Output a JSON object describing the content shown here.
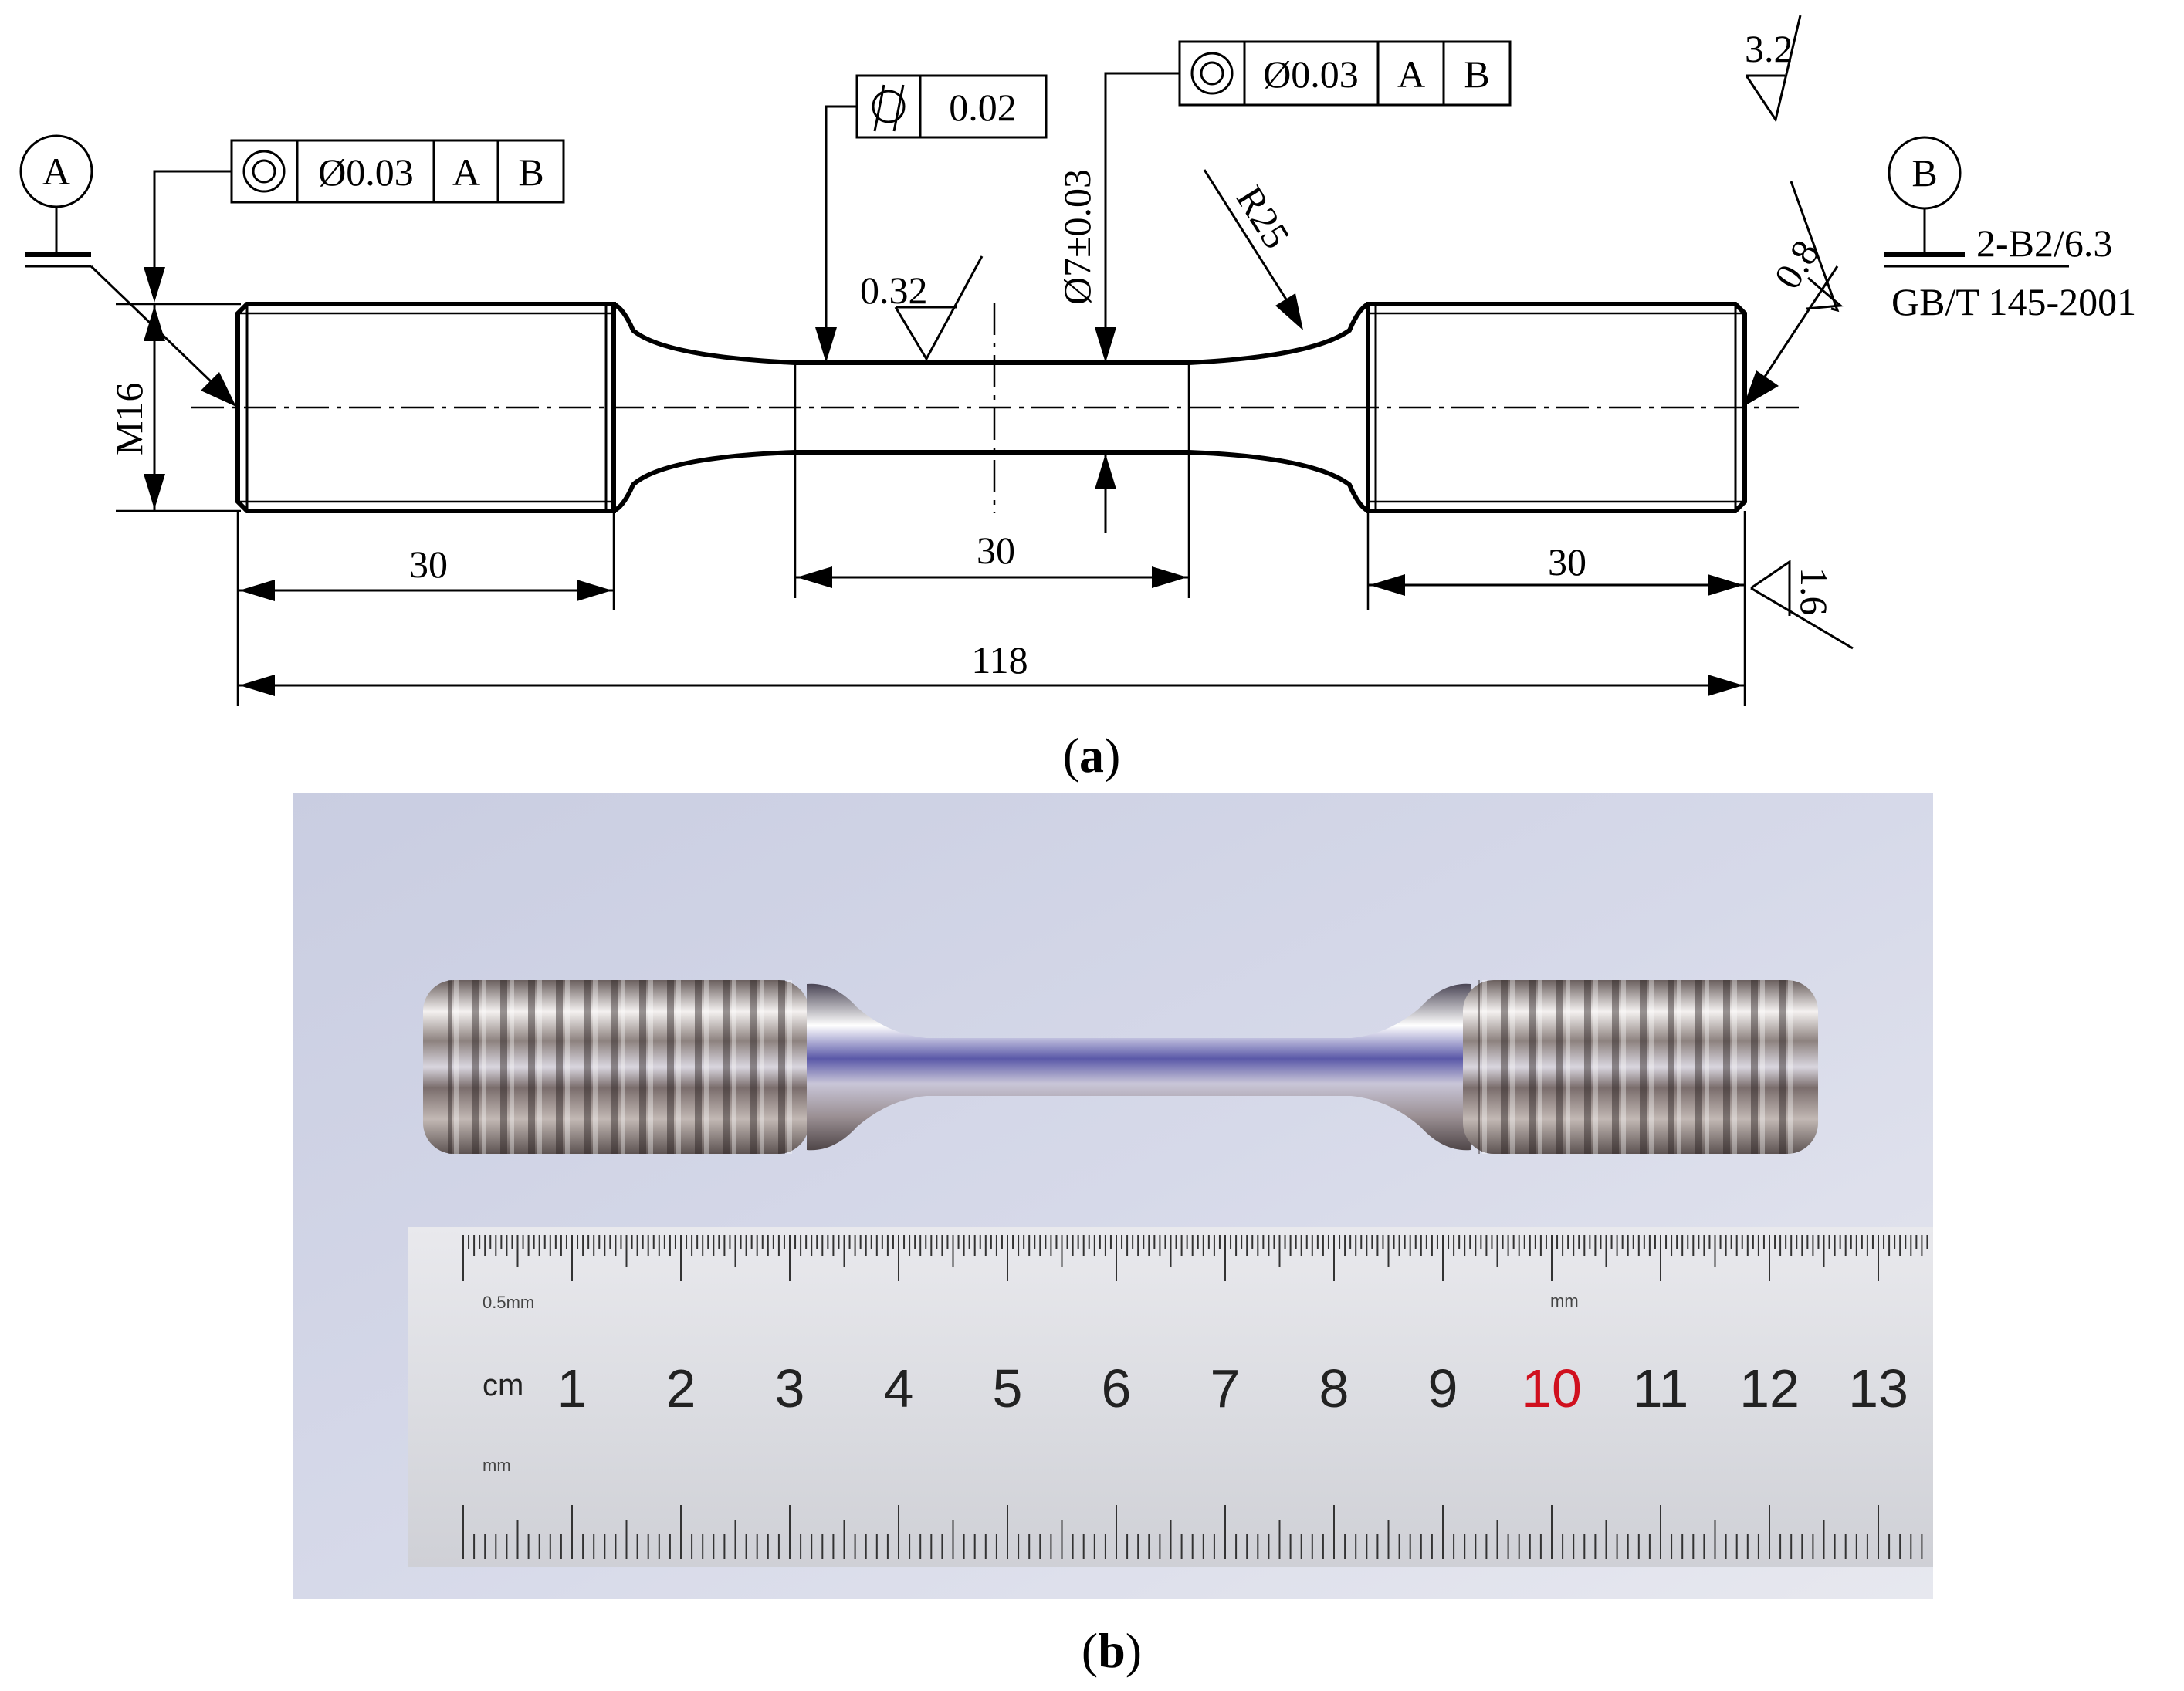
{
  "panel_a": {
    "caption_open": "(",
    "caption_letter": "a",
    "caption_close": ")",
    "datum_a": "A",
    "datum_b": "B",
    "fcf_left": {
      "tolerance": "Ø0.03",
      "ref1": "A",
      "ref2": "B"
    },
    "fcf_middle": {
      "tolerance": "0.02"
    },
    "fcf_right": {
      "tolerance": "Ø0.03",
      "ref1": "A",
      "ref2": "B"
    },
    "thread_label": "M16",
    "center_diameter": "Ø7±0.03",
    "fillet_radius": "R25",
    "roughness_center": "0.32",
    "roughness_general": "3.2",
    "roughness_end_chamfer": "0.8",
    "roughness_right_end": "1.6",
    "center_hole_spec_1": "2-B2/6.3",
    "center_hole_spec_2": "GB/T 145-2001",
    "dim_left_thread": "30",
    "dim_gauge": "30",
    "dim_right_thread": "30",
    "dim_total": "118"
  },
  "panel_b": {
    "caption_open": "(",
    "caption_letter": "b",
    "caption_close": ")",
    "ruler": {
      "unit_cm": "cm",
      "unit_mm_top": "mm",
      "unit_mm_bottom": "mm",
      "half_mm_label": "0.5mm",
      "numbers": [
        "1",
        "2",
        "3",
        "4",
        "5",
        "6",
        "7",
        "8",
        "9",
        "10",
        "11",
        "12",
        "13"
      ],
      "highlight_number": "10",
      "highlight_color": "#d0101e"
    }
  }
}
